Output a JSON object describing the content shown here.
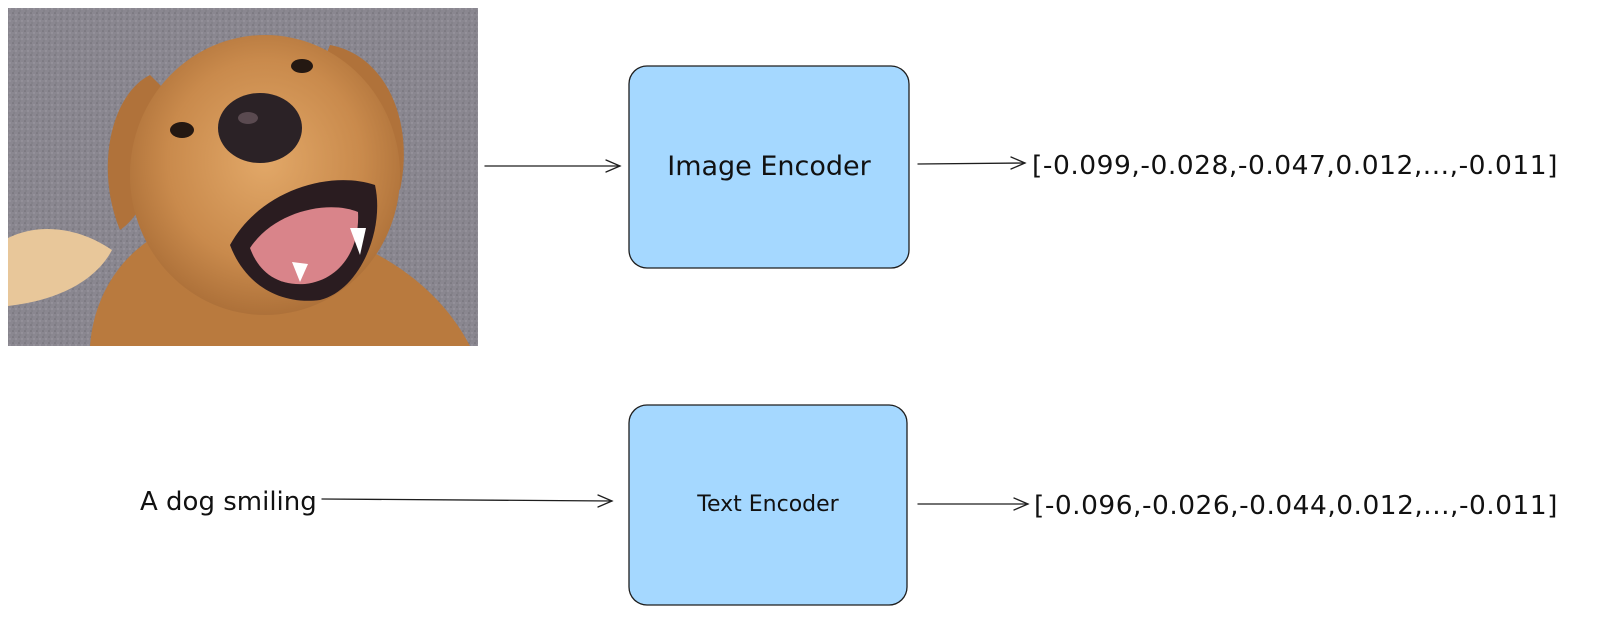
{
  "image_input": {
    "icon": "dog-photo",
    "description_hidden": ""
  },
  "text_input": {
    "label": "A dog smiling"
  },
  "image_encoder": {
    "label": "Image Encoder"
  },
  "text_encoder": {
    "label": "Text Encoder"
  },
  "image_embedding": {
    "label": "[-0.099,-0.028,-0.047,0.012,...,-0.011]"
  },
  "text_embedding": {
    "label": "[-0.096,-0.026,-0.044,0.012,...,-0.011]"
  },
  "colors": {
    "box_fill": "#A5D8FF",
    "stroke": "#1e1e1e"
  }
}
